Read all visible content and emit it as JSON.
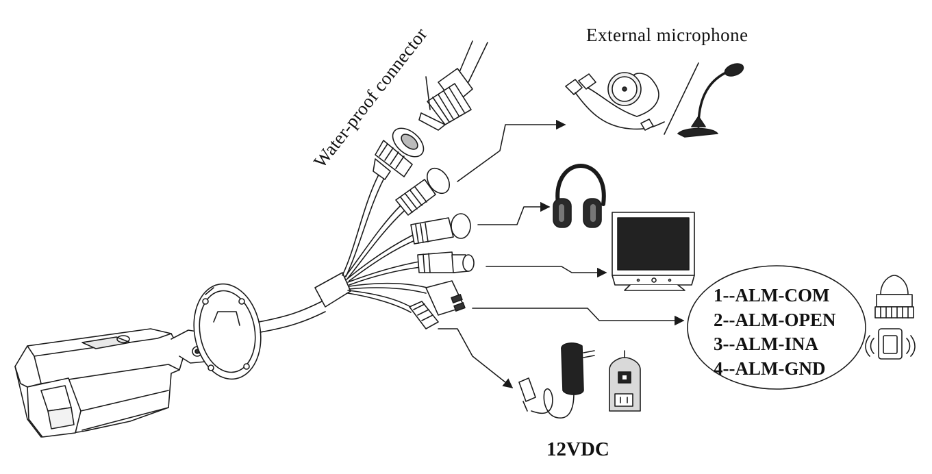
{
  "labels": {
    "waterproof_connector": "Water-proof connector",
    "external_microphone": "External microphone",
    "power": "12VDC"
  },
  "alarm_pins": [
    "1--ALM-COM",
    "2--ALM-OPEN",
    "3--ALM-INA",
    "4--ALM-GND"
  ],
  "colors": {
    "line": "#1a1a1a",
    "fill_light": "#ffffff",
    "fill_dark": "#222222",
    "fill_gray": "#d9d9d9"
  }
}
